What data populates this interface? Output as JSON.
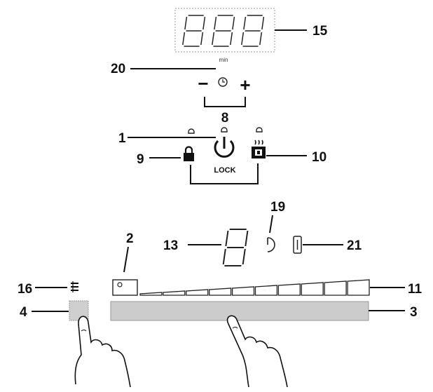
{
  "labels": {
    "l1": "1",
    "l2": "2",
    "l3": "3",
    "l4": "4",
    "l8": "8",
    "l9": "9",
    "l10": "10",
    "l11": "11",
    "l13": "13",
    "l15": "15",
    "l16": "16",
    "l19": "19",
    "l20": "20",
    "l21": "21"
  },
  "display": {
    "unit": "min"
  },
  "lock_text": "LOCK",
  "controls": {
    "minus": "−",
    "plus": "+"
  },
  "power_levels": 10,
  "icons": [
    "clock-icon",
    "power-icon",
    "lock-icon",
    "keep-warm-icon",
    "timer-icon",
    "bridge-icon",
    "pause-icon",
    "stop-go-icon",
    "hand-icon"
  ]
}
